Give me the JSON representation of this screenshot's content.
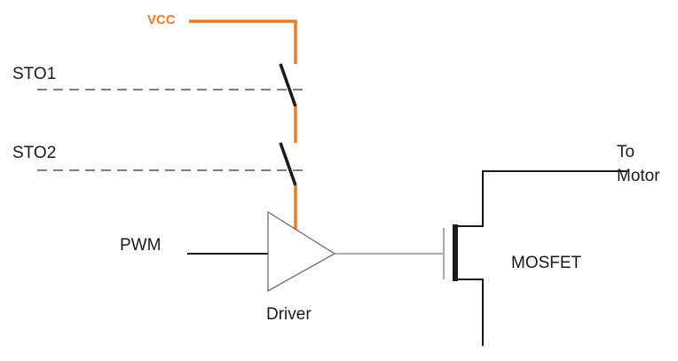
{
  "colors": {
    "power": "#F07A1E",
    "wire": "#1A1A1A",
    "thin_wire": "#7A7A7A"
  },
  "labels": {
    "vcc": "VCC",
    "sto1": "STO1",
    "sto2": "STO2",
    "pwm": "PWM",
    "driver": "Driver",
    "mosfet": "MOSFET",
    "to_motor_line1": "To",
    "to_motor_line2": "Motor"
  }
}
